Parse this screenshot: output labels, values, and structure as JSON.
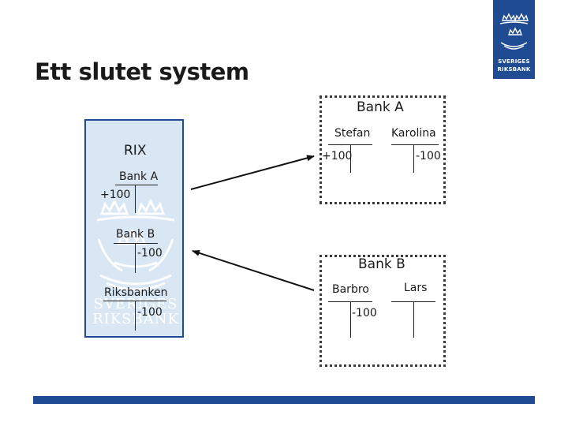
{
  "slide": {
    "title": "Ett slutet system"
  },
  "logo": {
    "line1": "SVERIGES",
    "line2": "RIKSBANK"
  },
  "rix": {
    "title": "RIX",
    "watermark_line1": "SVERIGES",
    "watermark_line2": "RIKSBANK",
    "accounts": [
      {
        "name": "Bank A",
        "value": "+100"
      },
      {
        "name": "Bank B",
        "value": "-100"
      },
      {
        "name": "Riksbanken",
        "value": "-100"
      }
    ]
  },
  "bank_a": {
    "title": "Bank A",
    "accounts": [
      {
        "name": "Stefan",
        "value": "+100"
      },
      {
        "name": "Karolina",
        "value": "-100"
      }
    ]
  },
  "bank_b": {
    "title": "Bank B",
    "accounts": [
      {
        "name": "Barbro",
        "value": "-100"
      },
      {
        "name": "Lars",
        "value": ""
      }
    ]
  },
  "colors": {
    "brand_blue": "#1e4b92",
    "rix_fill": "#d9e6f4"
  }
}
